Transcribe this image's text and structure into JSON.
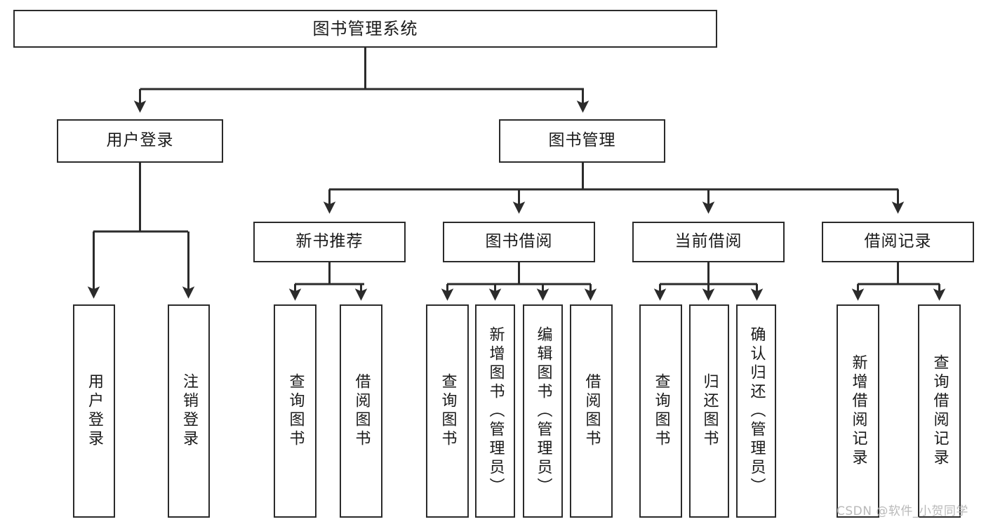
{
  "diagram": {
    "type": "tree-hierarchy",
    "title": "图书管理系统",
    "orientation": "top-down",
    "watermark": "CSDN @软件_小贺同学",
    "nodes": {
      "root": {
        "label": "图书管理系统"
      },
      "level2": [
        {
          "id": "user-login",
          "label": "用户登录"
        },
        {
          "id": "book-manage",
          "label": "图书管理"
        }
      ],
      "level3": [
        {
          "id": "new-book-recommend",
          "label": "新书推荐"
        },
        {
          "id": "book-borrow",
          "label": "图书借阅"
        },
        {
          "id": "current-borrow",
          "label": "当前借阅"
        },
        {
          "id": "borrow-record",
          "label": "借阅记录"
        }
      ],
      "leaves": {
        "user-login": [
          {
            "id": "leaf-user-login",
            "label": "用户登录"
          },
          {
            "id": "leaf-user-logout",
            "label": "注销登录"
          }
        ],
        "new-book-recommend": [
          {
            "id": "leaf-query-book-1",
            "label": "查询图书"
          },
          {
            "id": "leaf-borrow-book-1",
            "label": "借阅图书"
          }
        ],
        "book-borrow": [
          {
            "id": "leaf-query-book-2",
            "label": "查询图书"
          },
          {
            "id": "leaf-add-book",
            "label": "新增图书（管理员）"
          },
          {
            "id": "leaf-edit-book",
            "label": "编辑图书（管理员）"
          },
          {
            "id": "leaf-borrow-book-2",
            "label": "借阅图书"
          }
        ],
        "current-borrow": [
          {
            "id": "leaf-query-book-3",
            "label": "查询图书"
          },
          {
            "id": "leaf-return-book",
            "label": "归还图书"
          },
          {
            "id": "leaf-confirm-return",
            "label": "确认归还（管理员）"
          }
        ],
        "borrow-record": [
          {
            "id": "leaf-add-record",
            "label": "新增借阅记录"
          },
          {
            "id": "leaf-query-record",
            "label": "查询借阅记录"
          }
        ]
      }
    },
    "colors": {
      "border": "#2b2b2b",
      "fill": "#ffffff",
      "text": "#1a1a1a",
      "watermark": "#b9b9b9"
    }
  }
}
